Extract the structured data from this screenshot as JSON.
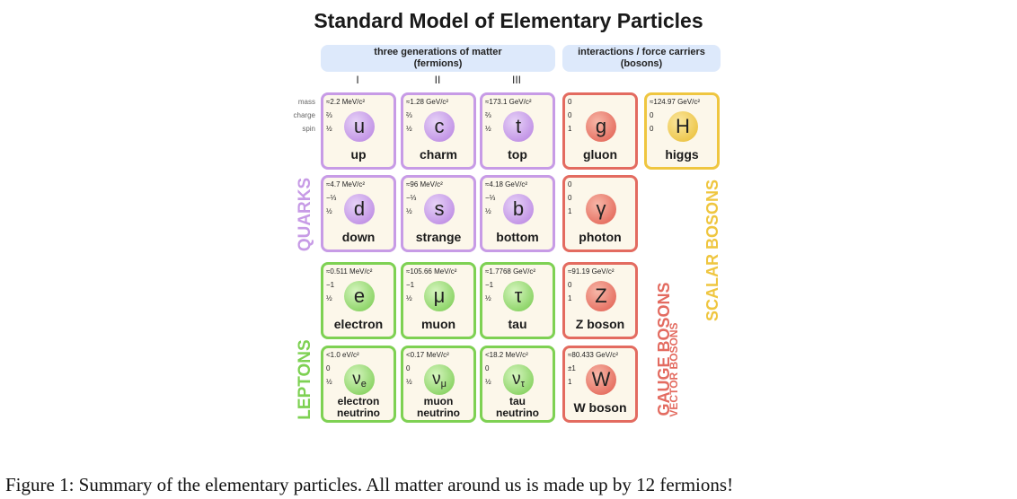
{
  "title": "Standard Model of Elementary Particles",
  "bands": {
    "matter_line1": "three generations of matter",
    "matter_line2": "(fermions)",
    "forces_line1": "interactions / force carriers",
    "forces_line2": "(bosons)"
  },
  "generations": [
    "I",
    "II",
    "III"
  ],
  "row_labels": {
    "mass": "mass",
    "charge": "charge",
    "spin": "spin"
  },
  "group_labels": {
    "quarks": "QUARKS",
    "leptons": "LEPTONS",
    "gauge_bosons": "GAUGE BOSONS",
    "vector_bosons": "VECTOR BOSONS",
    "scalar_bosons": "SCALAR BOSONS"
  },
  "particles": {
    "up": {
      "mass": "≈2.2 MeV/c²",
      "charge": "⅔",
      "spin": "½",
      "symbol": "u",
      "name": "up"
    },
    "charm": {
      "mass": "≈1.28 GeV/c²",
      "charge": "⅔",
      "spin": "½",
      "symbol": "c",
      "name": "charm"
    },
    "top": {
      "mass": "≈173.1 GeV/c²",
      "charge": "⅔",
      "spin": "½",
      "symbol": "t",
      "name": "top"
    },
    "gluon": {
      "mass": "0",
      "charge": "0",
      "spin": "1",
      "symbol": "g",
      "name": "gluon"
    },
    "higgs": {
      "mass": "≈124.97 GeV/c²",
      "charge": "0",
      "spin": "0",
      "symbol": "H",
      "name": "higgs"
    },
    "down": {
      "mass": "≈4.7 MeV/c²",
      "charge": "−⅓",
      "spin": "½",
      "symbol": "d",
      "name": "down"
    },
    "strange": {
      "mass": "≈96 MeV/c²",
      "charge": "−⅓",
      "spin": "½",
      "symbol": "s",
      "name": "strange"
    },
    "bottom": {
      "mass": "≈4.18 GeV/c²",
      "charge": "−⅓",
      "spin": "½",
      "symbol": "b",
      "name": "bottom"
    },
    "photon": {
      "mass": "0",
      "charge": "0",
      "spin": "1",
      "symbol": "γ",
      "name": "photon"
    },
    "electron": {
      "mass": "≈0.511 MeV/c²",
      "charge": "−1",
      "spin": "½",
      "symbol": "e",
      "name": "electron"
    },
    "muon": {
      "mass": "≈105.66 MeV/c²",
      "charge": "−1",
      "spin": "½",
      "symbol": "μ",
      "name": "muon"
    },
    "tau": {
      "mass": "≈1.7768 GeV/c²",
      "charge": "−1",
      "spin": "½",
      "symbol": "τ",
      "name": "tau"
    },
    "z_boson": {
      "mass": "≈91.19 GeV/c²",
      "charge": "0",
      "spin": "1",
      "symbol": "Z",
      "name": "Z boson"
    },
    "nu_e": {
      "mass": "<1.0 eV/c²",
      "charge": "0",
      "spin": "½",
      "symbol": "ν",
      "symbol_sub": "e",
      "name1": "electron",
      "name2": "neutrino"
    },
    "nu_mu": {
      "mass": "<0.17 MeV/c²",
      "charge": "0",
      "spin": "½",
      "symbol": "ν",
      "symbol_sub": "μ",
      "name1": "muon",
      "name2": "neutrino"
    },
    "nu_tau": {
      "mass": "<18.2 MeV/c²",
      "charge": "0",
      "spin": "½",
      "symbol": "ν",
      "symbol_sub": "τ",
      "name1": "tau",
      "name2": "neutrino"
    },
    "w_boson": {
      "mass": "≈80.433 GeV/c²",
      "charge": "±1",
      "spin": "1",
      "symbol": "W",
      "name": "W boson"
    }
  },
  "caption": "Figure 1: Summary of the elementary particles. All matter around us is made up by 12 fermions!"
}
